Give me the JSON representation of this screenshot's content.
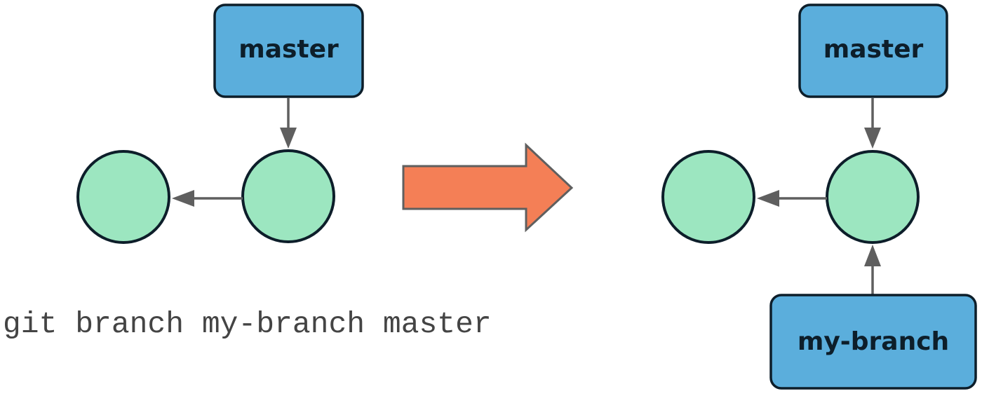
{
  "before": {
    "branch_label": "master"
  },
  "after": {
    "master_label": "master",
    "new_branch_label": "my-branch"
  },
  "command": "git branch my-branch master",
  "colors": {
    "branch_fill": "#5baedc",
    "commit_fill": "#9ce6c0",
    "outline": "#0d1e2a",
    "connector": "#5f5f5f",
    "transition_arrow": "#f47f56",
    "command_text": "#444444"
  }
}
